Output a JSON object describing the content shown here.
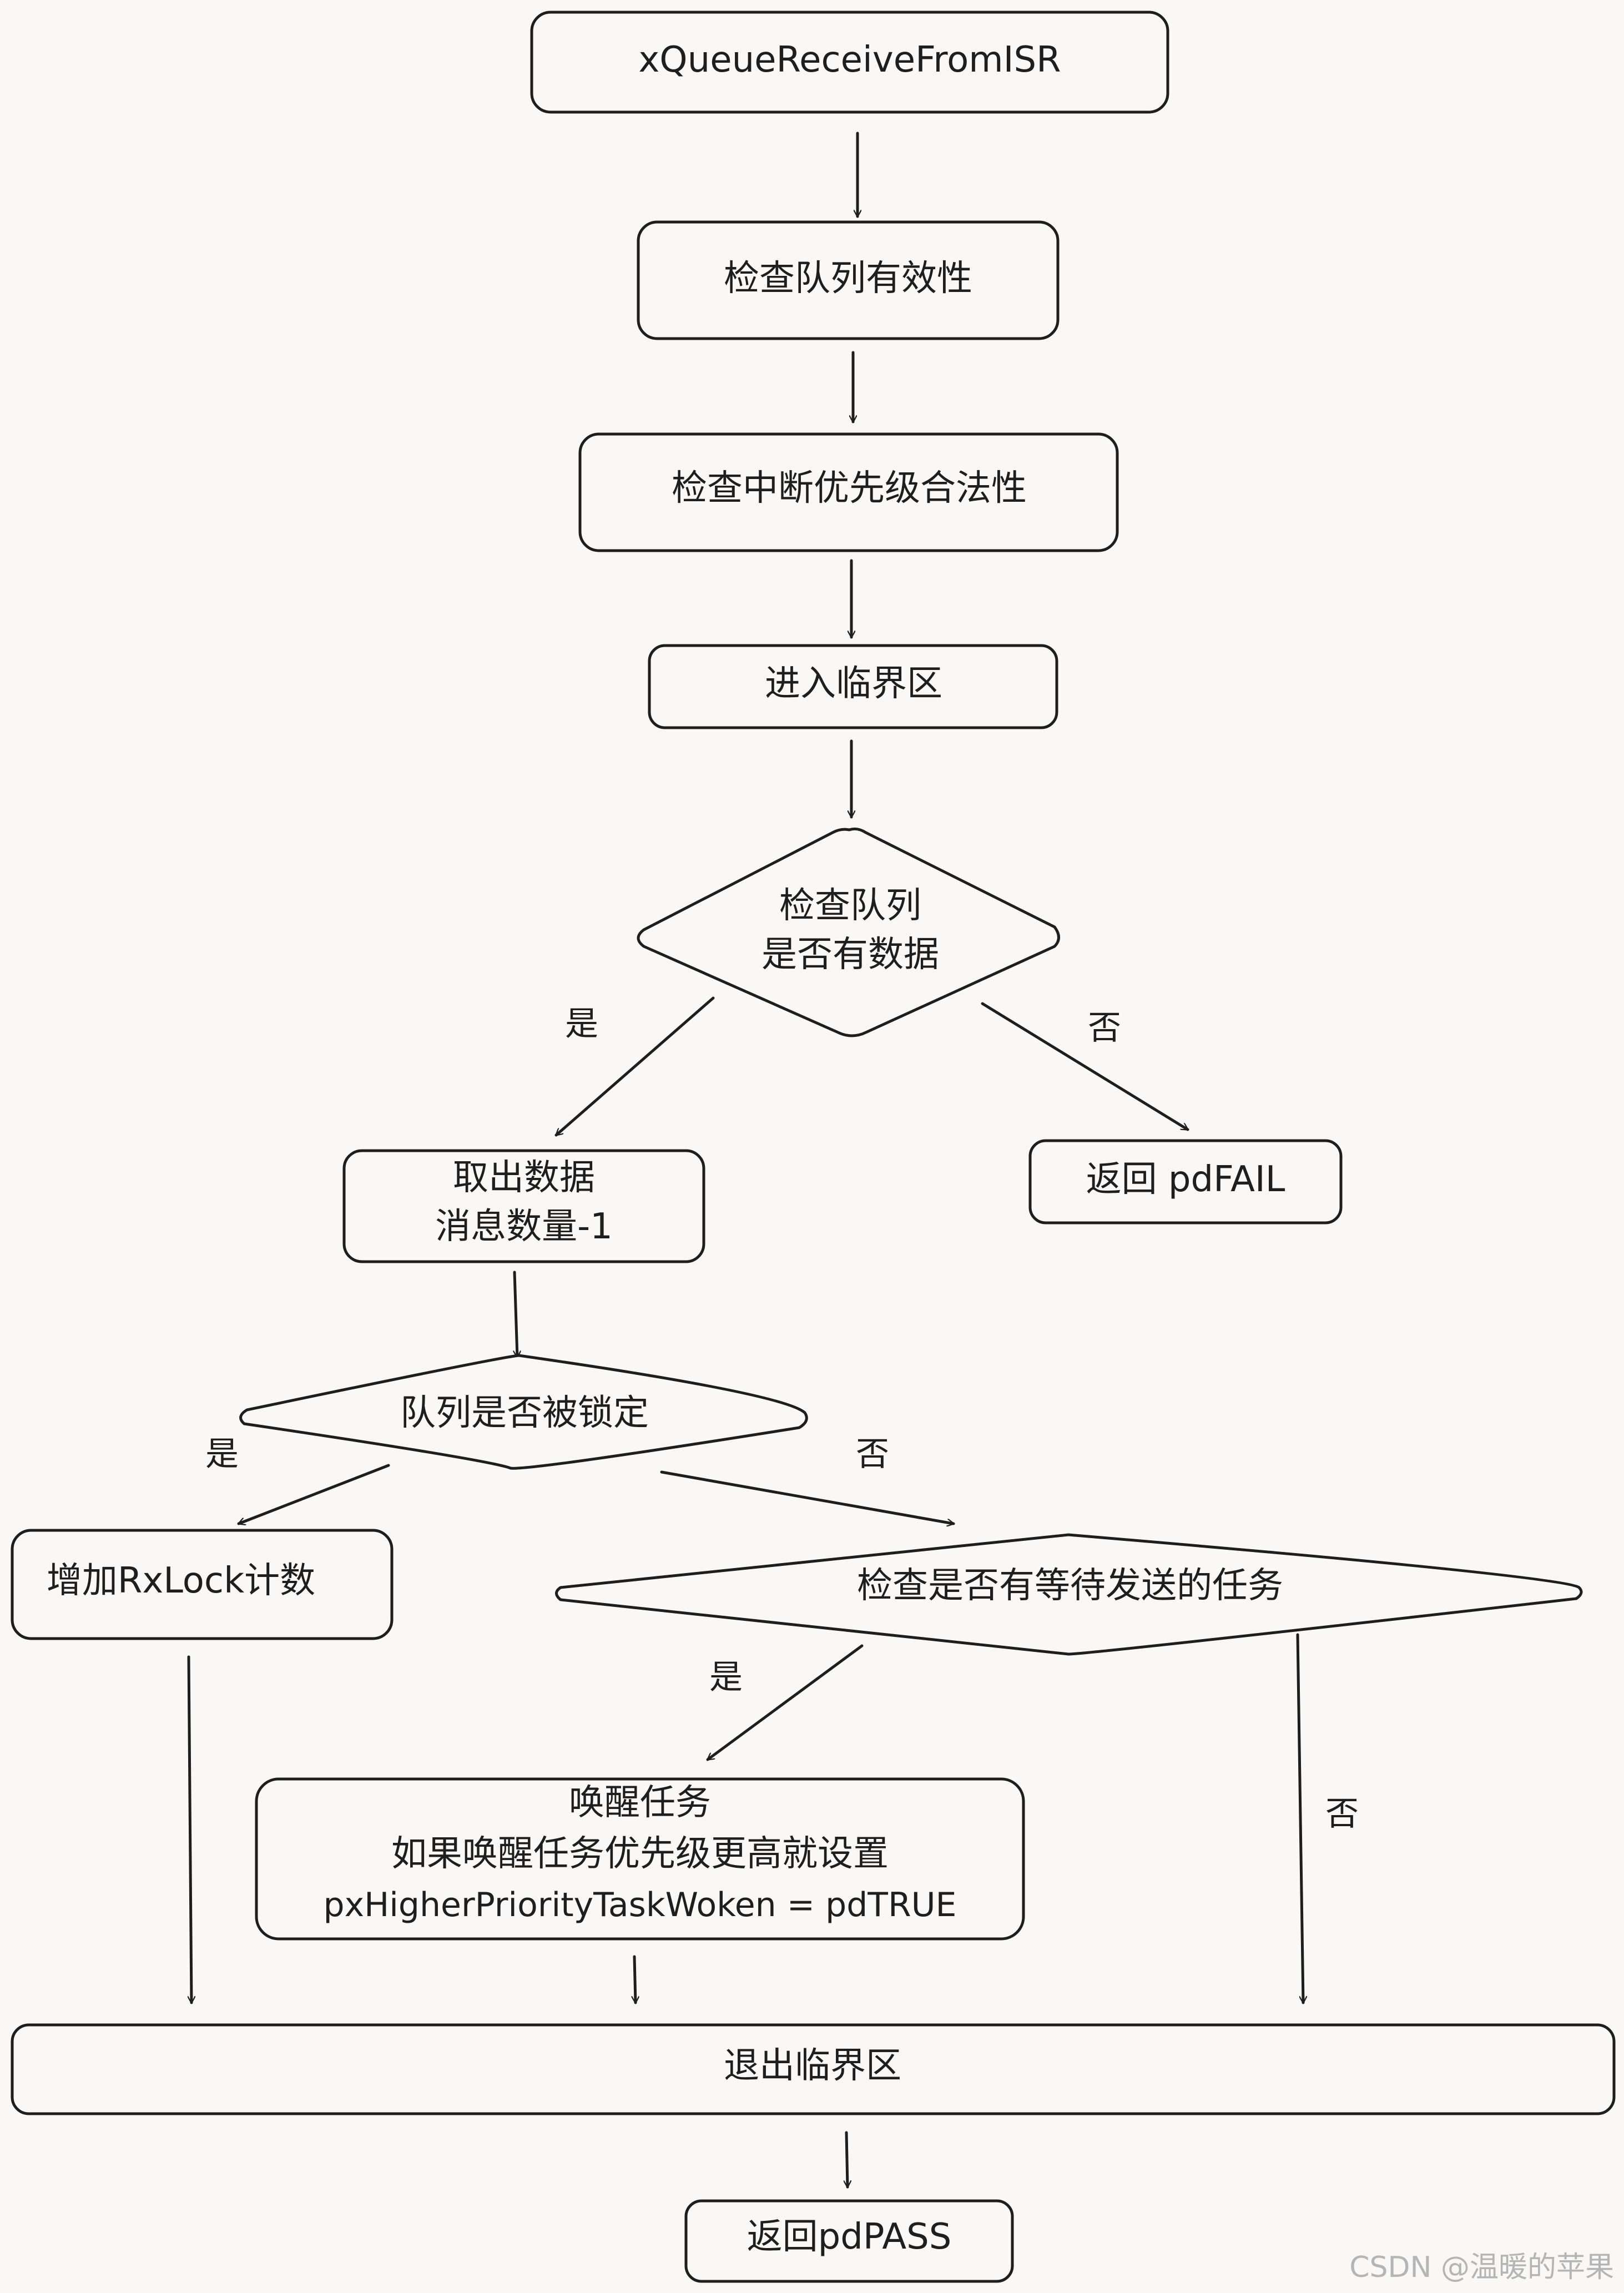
{
  "nodes": {
    "start": "xQueueReceiveFromISR",
    "check_queue_valid": "检查队列有效性",
    "check_isr_priority": "检查中断优先级合法性",
    "enter_critical": "进入临界区",
    "check_has_data": [
      "检查队列",
      "是否有数据"
    ],
    "return_fail": "返回 pdFAIL",
    "take_data": [
      "取出数据",
      "消息数量-1"
    ],
    "check_locked": "队列是否被锁定",
    "inc_rxlock": "增加RxLock计数",
    "check_waiting_send": "检查是否有等待发送的任务",
    "wake_task": [
      "唤醒任务",
      "如果唤醒任务优先级更高就设置",
      "pxHigherPriorityTaskWoken = pdTRUE"
    ],
    "exit_critical": "退出临界区",
    "return_pass": "返回pdPASS"
  },
  "branches": {
    "has_data_yes": "是",
    "has_data_no": "否",
    "locked_yes": "是",
    "locked_no": "否",
    "waiting_yes": "是",
    "waiting_no": "否"
  },
  "watermark": "CSDN @温暖的苹果"
}
